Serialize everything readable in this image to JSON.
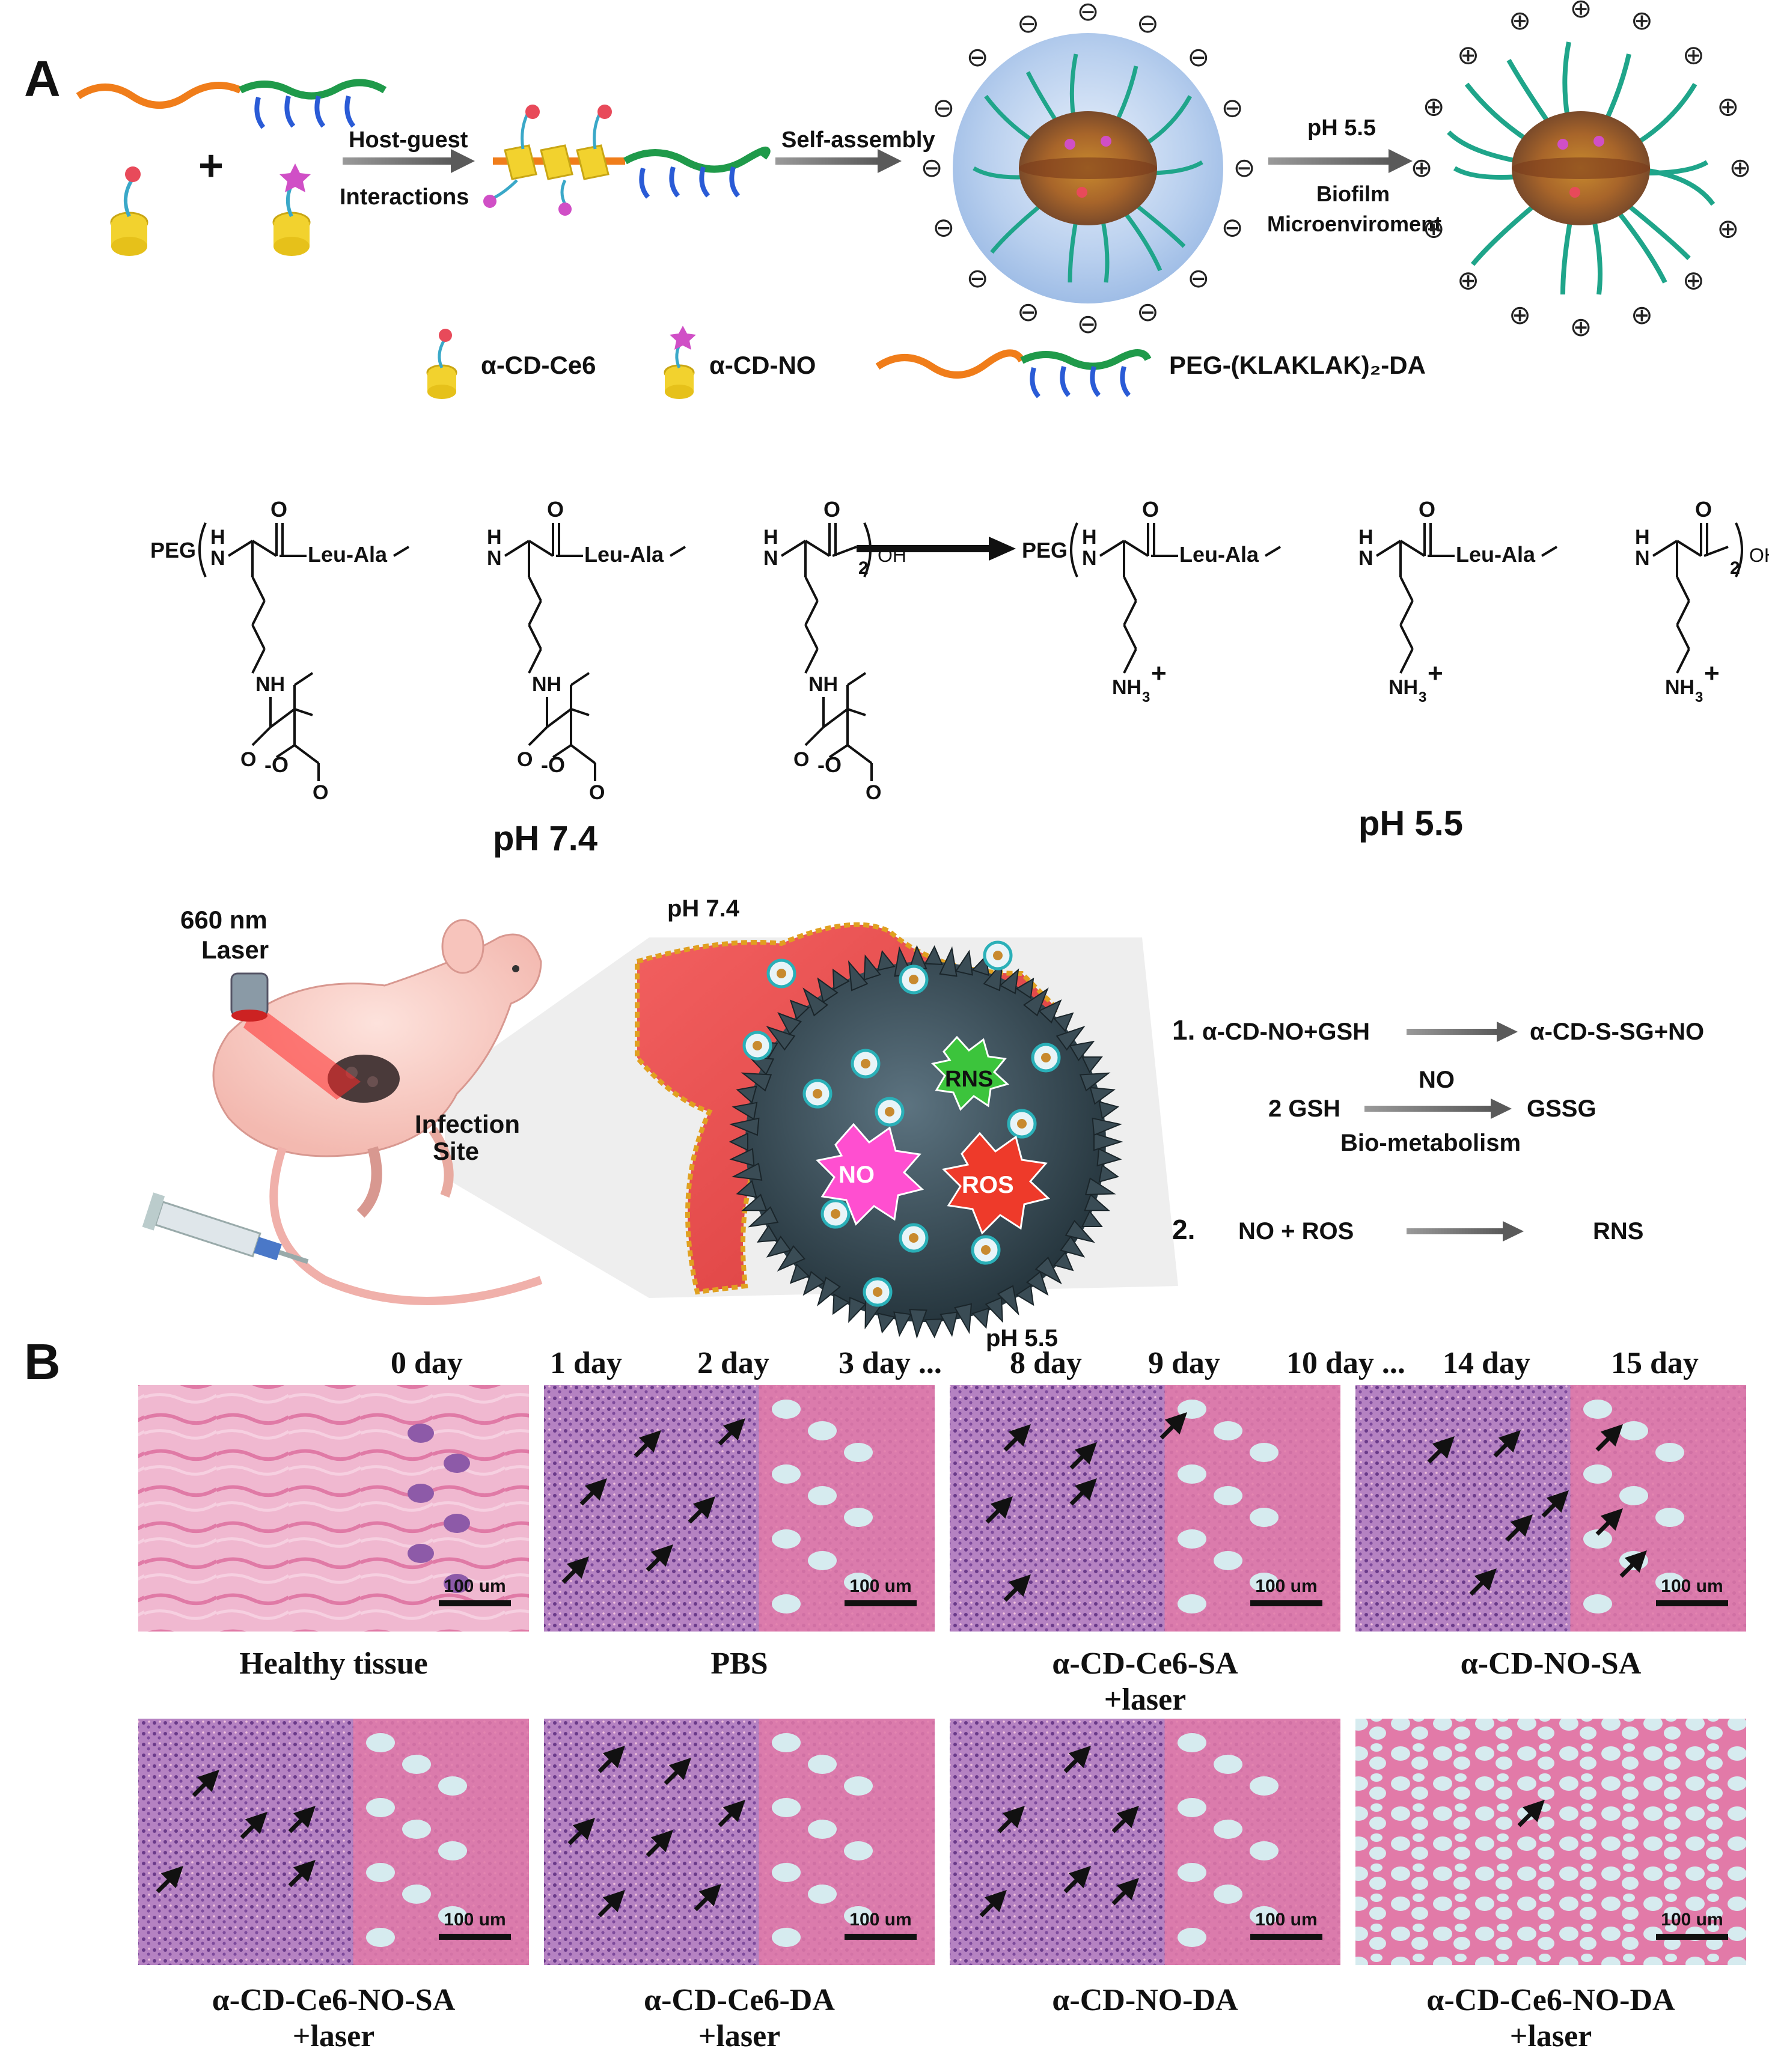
{
  "panel_a": {
    "label": "A",
    "host_guest_line1": "Host-guest",
    "host_guest_line2": "Interactions",
    "self_assembly": "Self-assembly",
    "ph_arrow": "pH 5.5",
    "biofilm_line1": "Biofilm",
    "biofilm_line2": "Microenviroment",
    "plus": "+",
    "minus_symbol": "⊖",
    "plus_symbol": "⊕",
    "legend": {
      "ce6": "α-CD-Ce6",
      "no": "α-CD-NO",
      "polymer": "PEG-(KLAKLAK)₂-DA"
    },
    "chem": {
      "peg": "PEG",
      "h": "H",
      "n": "N",
      "o": "O",
      "leu_ala": "Leu-Ala",
      "subscript2": "2",
      "oh": "OH",
      "nh": "NH",
      "carboxylate": "-O",
      "nh3": "NH",
      "nh3_sub": "3",
      "charge_plus": "+",
      "ph_left": "pH 7.4",
      "ph_right": "pH 5.5"
    },
    "scene": {
      "laser_line1": "660 nm",
      "laser_line2": "Laser",
      "infection_line1": "Infection",
      "infection_line2": "Site",
      "ph_top": "pH 7.4",
      "ph_bottom": "pH 5.5",
      "rns": "RNS",
      "no": "NO",
      "ros": "ROS"
    },
    "reactions": {
      "r1_num": "1.",
      "r1_left": "α-CD-NO+GSH",
      "r1_right": "α-CD-S-SG+NO",
      "r1b_left": "2 GSH",
      "r1b_above": "NO",
      "r1b_right": "GSSG",
      "r1b_below": "Bio-metabolism",
      "r2_num": "2.",
      "r2_left": "NO + ROS",
      "r2_right": "RNS"
    }
  },
  "panel_b": {
    "label": "B",
    "timeline": [
      "0 day",
      "1 day",
      "2 day",
      "3 day ...",
      "8 day",
      "9 day",
      "10 day ...",
      "14 day",
      "15 day"
    ],
    "scale_bar": "100 um",
    "captions_row1": [
      {
        "line1": "Healthy tissue",
        "line2": ""
      },
      {
        "line1": "PBS",
        "line2": ""
      },
      {
        "line1": "α-CD-Ce6-SA",
        "line2": "+laser"
      },
      {
        "line1": "α-CD-NO-SA",
        "line2": ""
      }
    ],
    "captions_row2": [
      {
        "line1": "α-CD-Ce6-NO-SA",
        "line2": "+laser"
      },
      {
        "line1": "α-CD-Ce6-DA",
        "line2": "+laser"
      },
      {
        "line1": "α-CD-NO-DA",
        "line2": ""
      },
      {
        "line1": "α-CD-Ce6-NO-DA",
        "line2": "+laser"
      }
    ]
  },
  "colors": {
    "peg": "#f07d1a",
    "peptide": "#1f9a4a",
    "side_chain": "#2a5bd6",
    "cd_ring": "#f2d22e",
    "ce6": "#e84a5a",
    "no": "#d04fc6",
    "shell": "#b8cfee",
    "tissue_pink": "#e9a6c6",
    "tissue_purple": "#8d5aa8",
    "arrow_gray": "#7a7a7a",
    "rns_green": "#3cc43c",
    "no_magenta": "#ff4fd0",
    "ros_red": "#ee3a2a"
  }
}
